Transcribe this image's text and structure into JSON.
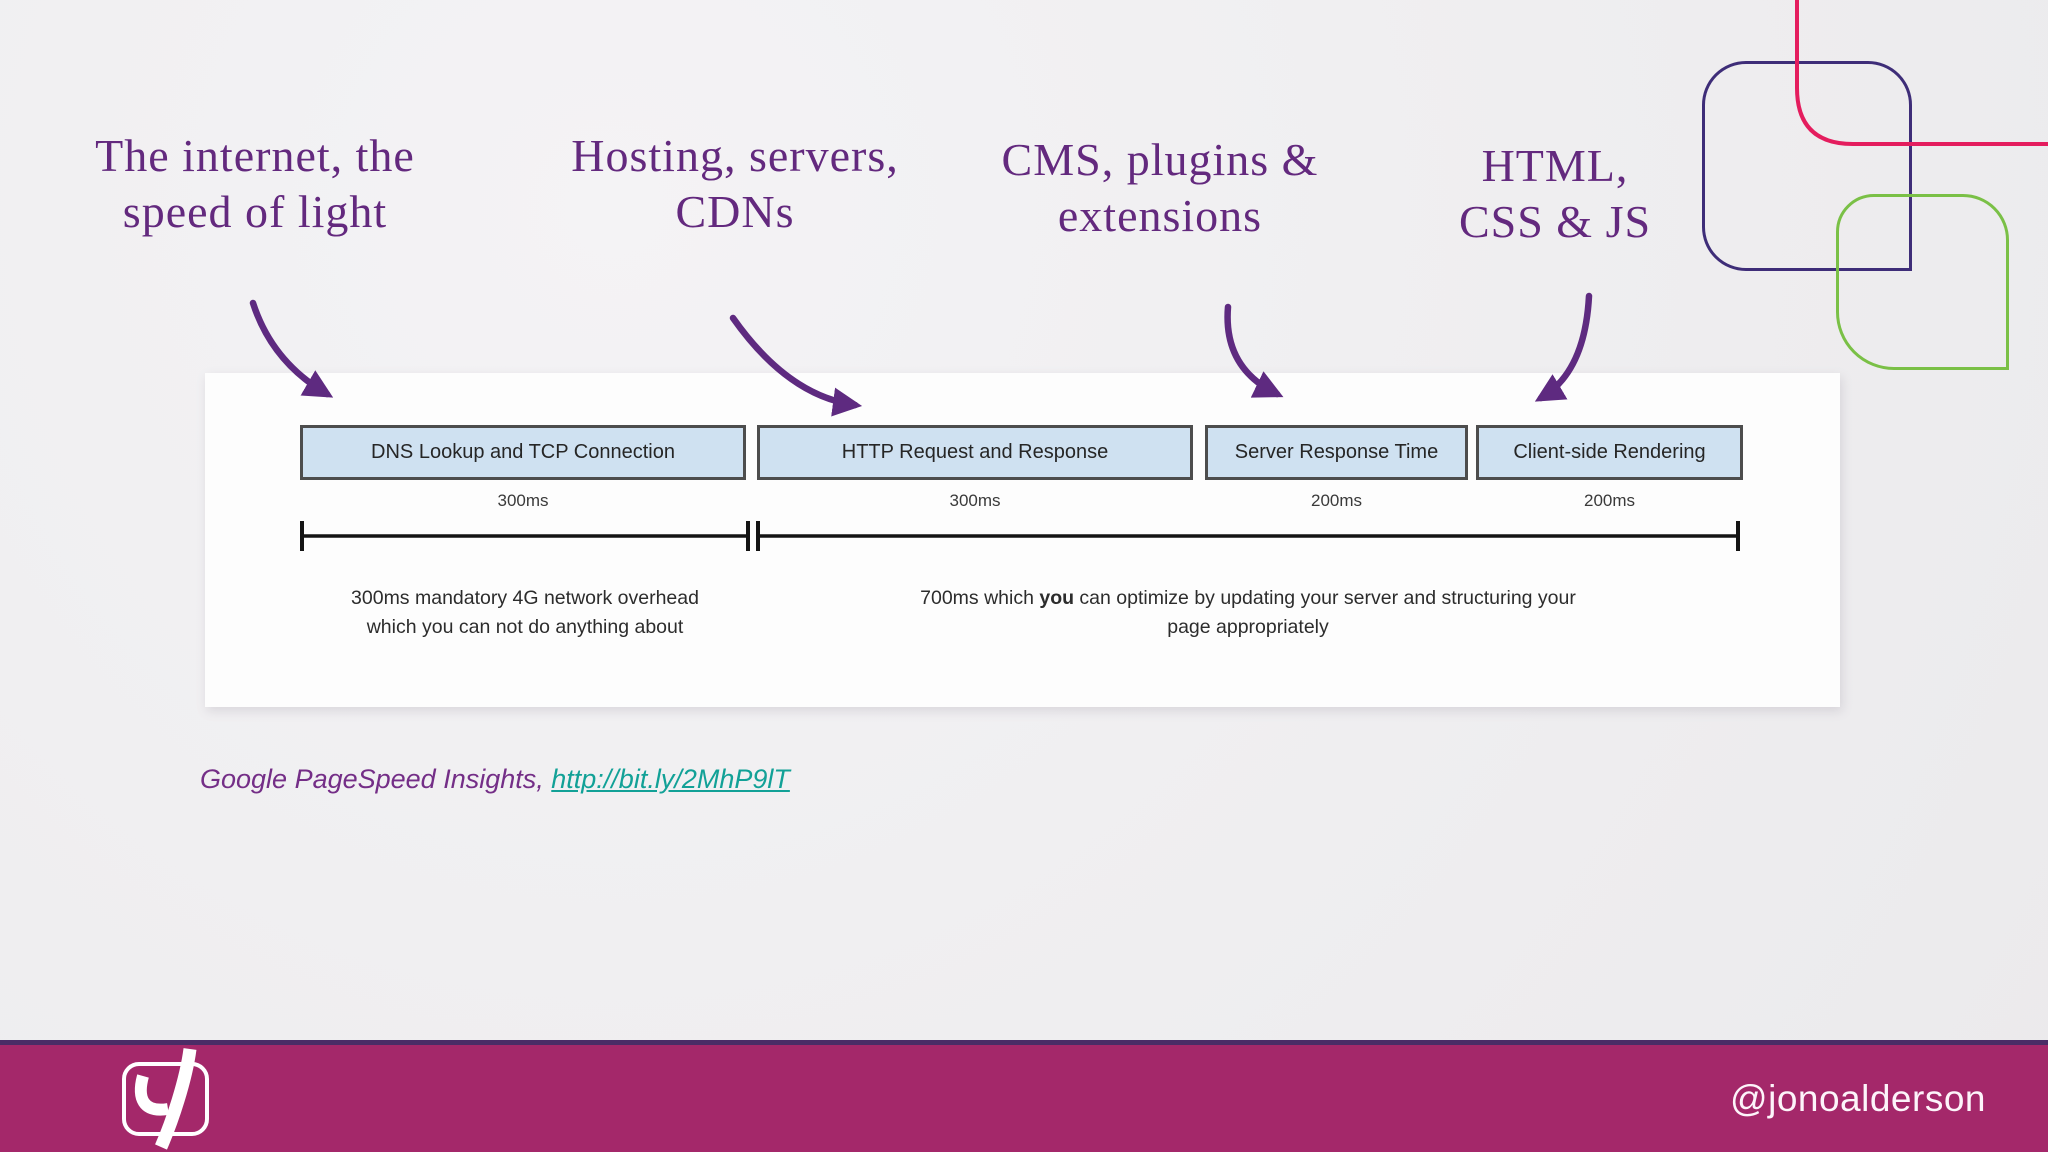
{
  "annotations": [
    {
      "line1": "The internet, the",
      "line2": "speed of light"
    },
    {
      "line1": "Hosting, servers,",
      "line2": "CDNs"
    },
    {
      "line1": "CMS, plugins &",
      "line2": "extensions"
    },
    {
      "line1": "HTML,",
      "line2": "CSS & JS"
    }
  ],
  "diagram": {
    "phases": [
      {
        "label": "DNS Lookup and TCP Connection",
        "duration": "300ms"
      },
      {
        "label": "HTTP Request and Response",
        "duration": "300ms"
      },
      {
        "label": "Server Response Time",
        "duration": "200ms"
      },
      {
        "label": "Client-side Rendering",
        "duration": "200ms"
      }
    ],
    "uncontrollable_caption": {
      "line1": "300ms mandatory 4G network overhead",
      "line2": "which you can not do anything about"
    },
    "optimizable_caption": {
      "pre": "700ms which ",
      "bold": "you",
      "post": " can optimize by updating your server and structuring your",
      "line2": "page appropriately"
    }
  },
  "citation": {
    "source_label": "Google PageSpeed Insights, ",
    "link_text": "http://bit.ly/2MhP9lT"
  },
  "footer": {
    "handle": "@jonoalderson",
    "logo": "yoast-y-logo"
  },
  "colors": {
    "handwriting_purple": "#63297e",
    "arrow_purple": "#5e2a80",
    "box_fill": "#cfe1f1",
    "box_border": "#4d4d4d",
    "bracket_black": "#141414",
    "footer_bar_magenta": "#a4286a",
    "footer_separator_purple": "#4a2c66",
    "citation_purple": "#742e87",
    "link_teal": "#12a197",
    "decor_navy": "#3e2d78",
    "decor_pink": "#e41d5e",
    "decor_green": "#7ac046",
    "background": "#efeef0",
    "panel_white": "#fdfdfd"
  }
}
